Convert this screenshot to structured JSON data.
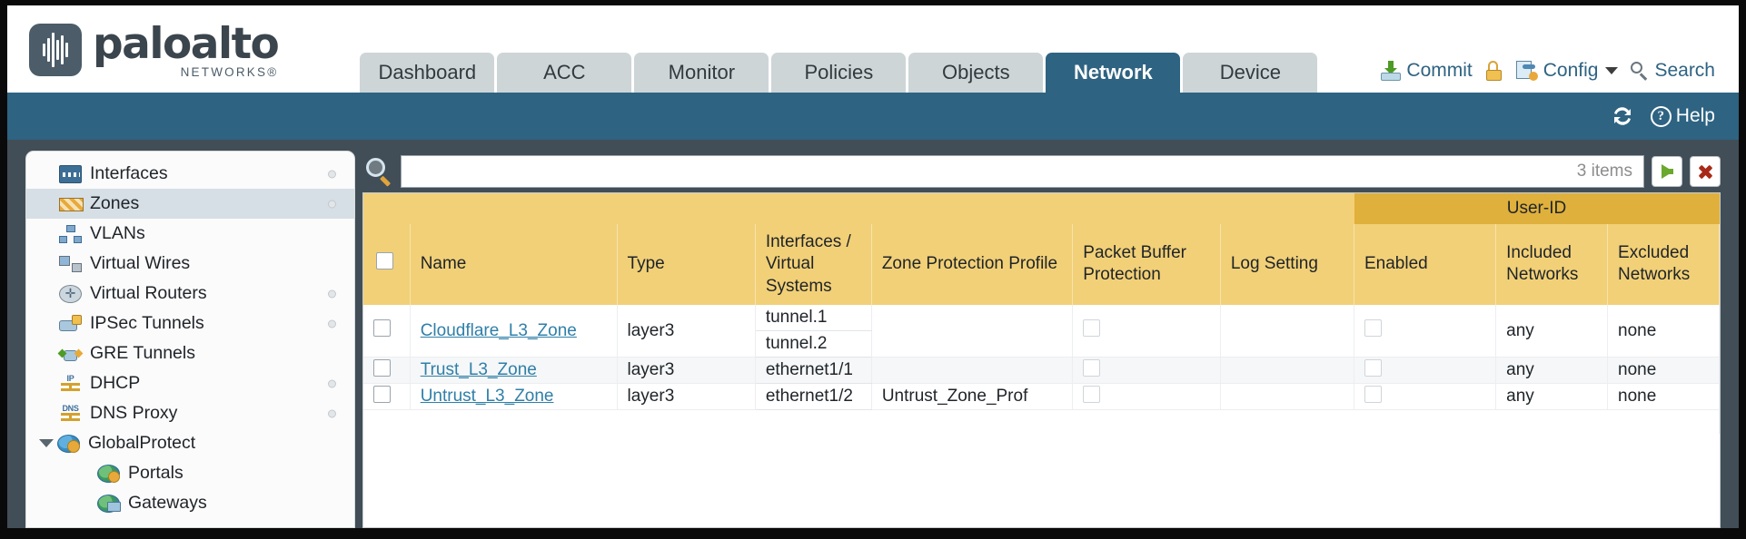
{
  "brand": {
    "name": "paloalto",
    "tagline": "NETWORKS®"
  },
  "nav": {
    "tabs": [
      {
        "label": "Dashboard",
        "active": false
      },
      {
        "label": "ACC",
        "active": false
      },
      {
        "label": "Monitor",
        "active": false
      },
      {
        "label": "Policies",
        "active": false
      },
      {
        "label": "Objects",
        "active": false
      },
      {
        "label": "Network",
        "active": true
      },
      {
        "label": "Device",
        "active": false
      }
    ]
  },
  "header_actions": {
    "commit": "Commit",
    "config": "Config",
    "search": "Search",
    "lock_icon": "lock-icon",
    "commit_icon": "commit-icon",
    "config_icon": "config-icon",
    "search_icon": "search-icon",
    "caret_icon": "chevron-down-icon"
  },
  "blue_bar": {
    "help": "Help",
    "refresh_icon": "refresh-icon",
    "help_icon": "question-mark-icon"
  },
  "sidebar": {
    "items": [
      {
        "label": "Interfaces",
        "icon": "interfaces-icon",
        "selected": false,
        "dot": true,
        "indent": "normal"
      },
      {
        "label": "Zones",
        "icon": "zones-icon",
        "selected": true,
        "dot": true,
        "indent": "normal"
      },
      {
        "label": "VLANs",
        "icon": "vlans-icon",
        "selected": false,
        "dot": false,
        "indent": "normal"
      },
      {
        "label": "Virtual Wires",
        "icon": "virtual-wires-icon",
        "selected": false,
        "dot": false,
        "indent": "normal"
      },
      {
        "label": "Virtual Routers",
        "icon": "virtual-routers-icon",
        "selected": false,
        "dot": true,
        "indent": "normal"
      },
      {
        "label": "IPSec Tunnels",
        "icon": "ipsec-tunnels-icon",
        "selected": false,
        "dot": true,
        "indent": "normal"
      },
      {
        "label": "GRE Tunnels",
        "icon": "gre-tunnels-icon",
        "selected": false,
        "dot": false,
        "indent": "normal"
      },
      {
        "label": "DHCP",
        "icon": "dhcp-icon",
        "selected": false,
        "dot": true,
        "indent": "normal"
      },
      {
        "label": "DNS Proxy",
        "icon": "dns-proxy-icon",
        "selected": false,
        "dot": true,
        "indent": "normal"
      },
      {
        "label": "GlobalProtect",
        "icon": "globalprotect-icon",
        "selected": false,
        "dot": false,
        "indent": "root"
      },
      {
        "label": "Portals",
        "icon": "portals-icon",
        "selected": false,
        "dot": false,
        "indent": "sub"
      },
      {
        "label": "Gateways",
        "icon": "gateways-icon",
        "selected": false,
        "dot": false,
        "indent": "sub"
      }
    ]
  },
  "search": {
    "value": "",
    "placeholder": "",
    "item_count": "3 items",
    "apply_icon": "green-arrow-icon",
    "clear_icon": "red-x-icon"
  },
  "table": {
    "group_header": {
      "user_id": "User-ID"
    },
    "columns": [
      "Name",
      "Type",
      "Interfaces / Virtual Systems",
      "Zone Protection Profile",
      "Packet Buffer Protection",
      "Log Setting",
      "Enabled",
      "Included Networks",
      "Excluded Networks"
    ],
    "rows": [
      {
        "name": "Cloudflare_L3_Zone",
        "type": "layer3",
        "interfaces": [
          "tunnel.1",
          "tunnel.2"
        ],
        "zone_protection_profile": "",
        "packet_buffer_protection": false,
        "log_setting": "",
        "userid_enabled": false,
        "included_networks": "any",
        "excluded_networks": "none"
      },
      {
        "name": "Trust_L3_Zone",
        "type": "layer3",
        "interfaces": [
          "ethernet1/1"
        ],
        "zone_protection_profile": "",
        "packet_buffer_protection": false,
        "log_setting": "",
        "userid_enabled": false,
        "included_networks": "any",
        "excluded_networks": "none"
      },
      {
        "name": "Untrust_L3_Zone",
        "type": "layer3",
        "interfaces": [
          "ethernet1/2"
        ],
        "zone_protection_profile": "Untrust_Zone_Prof",
        "packet_buffer_protection": false,
        "log_setting": "",
        "userid_enabled": false,
        "included_networks": "any",
        "excluded_networks": "none"
      }
    ]
  },
  "colors": {
    "brand_blue": "#2e6382",
    "body_slate": "#414e57",
    "table_header_yellow": "#f2d077",
    "userid_band": "#dfb03c",
    "link_blue": "#2f7fa8",
    "tab_inactive": "#cdd5d7"
  }
}
